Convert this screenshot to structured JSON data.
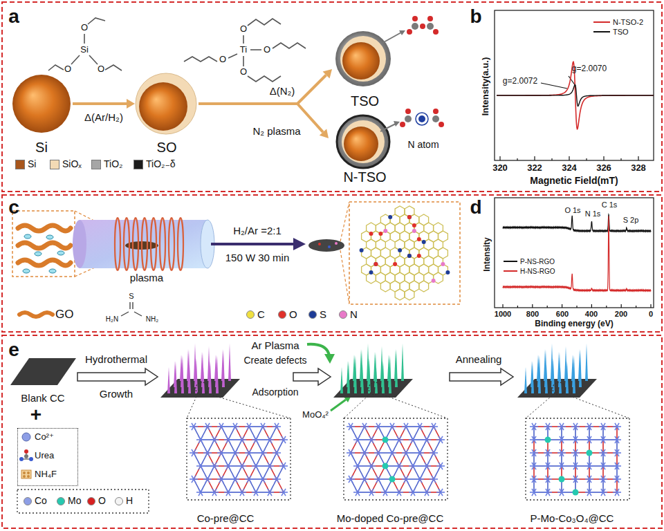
{
  "diagram": {
    "nodes": [
      {
        "text": [
          "Si"
        ]
      },
      {
        "text": [
          "SO"
        ]
      },
      {
        "text": [
          "TSO"
        ]
      },
      {
        "text": [
          "N-TSO"
        ]
      },
      {
        "text": [
          "Blank CC"
        ]
      },
      {
        "text": [
          "Co²⁺",
          "Urea",
          "NH₄F"
        ]
      },
      {
        "text": [
          "Co-pre@CC"
        ]
      },
      {
        "text": [
          "Mo-doped Co-pre@CC"
        ]
      },
      {
        "text": [
          "P-Mo-Co₃O₄@CC"
        ]
      }
    ],
    "edges": [
      {
        "from": 0,
        "to": 1,
        "arrow": "to",
        "label": "Δ(Ar/H₂)"
      },
      {
        "from": 1,
        "to": 2,
        "arrow": "to",
        "label": "Δ(N₂)"
      },
      {
        "from": 1,
        "to": 3,
        "arrow": "to",
        "label": "N₂ plasma"
      },
      {
        "from": 4,
        "to": 6,
        "arrow": "to"
      },
      {
        "from": 6,
        "to": 7,
        "arrow": "to"
      },
      {
        "from": 7,
        "to": 8,
        "arrow": "to",
        "label": "Annealing"
      }
    ],
    "labels": [
      "a",
      "O",
      "Si",
      "O",
      "O",
      "O",
      "Ti",
      "O",
      "O",
      "O",
      "N atom",
      "b",
      "g=2.0070",
      "g=2.0072",
      "Intensity(a.u.)",
      "Magnetic Field(mT)",
      "320",
      "322",
      "324",
      "326",
      "328",
      "c",
      "plasma",
      "H₂/Ar =2:1",
      "150 W 30 min",
      "S",
      "H₂N",
      "NH₂",
      "d",
      "O 1s",
      "C 1s",
      "N 1s",
      "S 2p",
      "Intensity",
      "Binding energy (eV)",
      "1000",
      "800",
      "600",
      "400",
      "200",
      "0",
      "e",
      "+",
      "Hydrothermal",
      "Growth",
      "Ar Plasma",
      "Create defects",
      "Adsorption",
      "MoO₄²"
    ],
    "legend": [
      {
        "text": "Si",
        "color": "#a8561c"
      },
      {
        "text": "SiOₓ",
        "color": "#f3dab5"
      },
      {
        "text": "TiO₂",
        "color": "#a6a6a6"
      },
      {
        "text": "TiO₂₋δ",
        "color": "#1c1c1c"
      },
      {
        "text": "N-TSO-2"
      },
      {
        "text": "TSO"
      },
      {
        "text": "GO"
      },
      {
        "text": "C",
        "color": "#f0e040"
      },
      {
        "text": "O",
        "color": "#e0302a"
      },
      {
        "text": "S",
        "color": "#1e3c96"
      },
      {
        "text": "N",
        "color": "#e879c8"
      },
      {
        "text": "P-NS-RGO"
      },
      {
        "text": "H-NS-RGO"
      },
      {
        "text": "Co",
        "color": "#8d9ee6"
      },
      {
        "text": "Mo",
        "color": "#26c9b0"
      },
      {
        "text": "O",
        "color": "#d82020"
      },
      {
        "text": "H",
        "color": "#f4f4f4"
      }
    ]
  }
}
